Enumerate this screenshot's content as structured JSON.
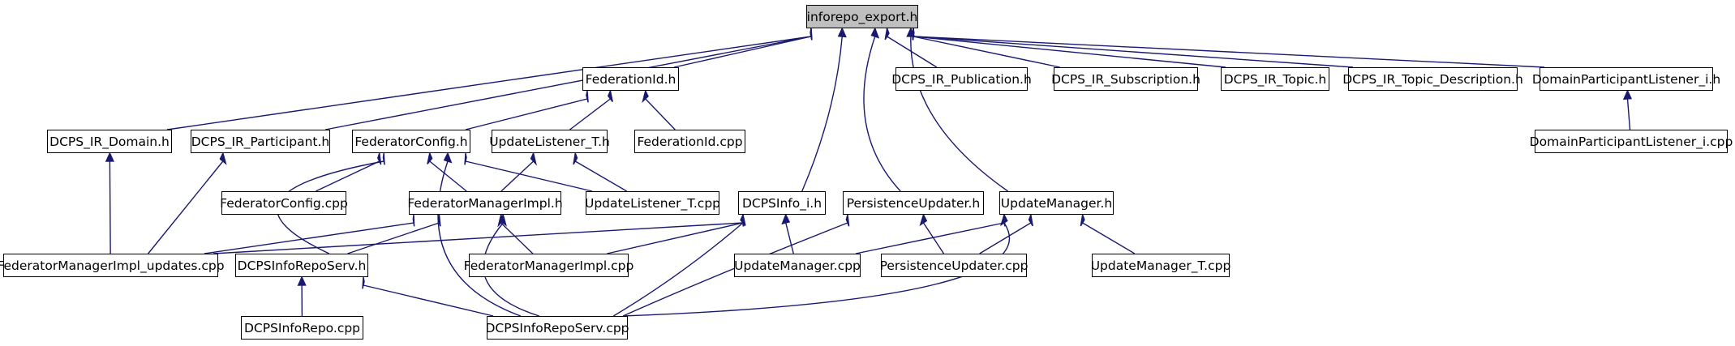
{
  "diagram": {
    "type": "include-dependency-graph",
    "colors": {
      "edge": "#191970",
      "root_fill": "#bfbfbf",
      "node_fill": "#ffffff",
      "border": "#000000"
    },
    "nodes": [
      {
        "id": "n0",
        "label": "inforepo_export.h",
        "root": true
      },
      {
        "id": "n1",
        "label": "FederationId.h"
      },
      {
        "id": "n2",
        "label": "DCPS_IR_Publication.h"
      },
      {
        "id": "n3",
        "label": "DCPS_IR_Subscription.h"
      },
      {
        "id": "n4",
        "label": "DCPS_IR_Topic.h"
      },
      {
        "id": "n5",
        "label": "DCPS_IR_Topic_Description.h"
      },
      {
        "id": "n6",
        "label": "DomainParticipantListener_i.h"
      },
      {
        "id": "n7",
        "label": "DCPS_IR_Domain.h"
      },
      {
        "id": "n8",
        "label": "DCPS_IR_Participant.h"
      },
      {
        "id": "n9",
        "label": "FederatorConfig.h"
      },
      {
        "id": "n10",
        "label": "UpdateListener_T.h"
      },
      {
        "id": "n11",
        "label": "FederationId.cpp"
      },
      {
        "id": "n12",
        "label": "DomainParticipantListener_i.cpp"
      },
      {
        "id": "n13",
        "label": "FederatorConfig.cpp"
      },
      {
        "id": "n14",
        "label": "FederatorManagerImpl.h"
      },
      {
        "id": "n15",
        "label": "UpdateListener_T.cpp"
      },
      {
        "id": "n16",
        "label": "DCPSInfo_i.h"
      },
      {
        "id": "n17",
        "label": "PersistenceUpdater.h"
      },
      {
        "id": "n18",
        "label": "UpdateManager.h"
      },
      {
        "id": "n19",
        "label": "FederatorManagerImpl_updates.cpp"
      },
      {
        "id": "n20",
        "label": "DCPSInfoRepoServ.h"
      },
      {
        "id": "n21",
        "label": "FederatorManagerImpl.cpp"
      },
      {
        "id": "n22",
        "label": "UpdateManager.cpp"
      },
      {
        "id": "n23",
        "label": "PersistenceUpdater.cpp"
      },
      {
        "id": "n24",
        "label": "UpdateManager_T.cpp"
      },
      {
        "id": "n25",
        "label": "DCPSInfoRepo.cpp"
      },
      {
        "id": "n26",
        "label": "DCPSInfoRepoServ.cpp"
      }
    ],
    "edges": [
      {
        "from": "n1",
        "to": "n0"
      },
      {
        "from": "n2",
        "to": "n0"
      },
      {
        "from": "n3",
        "to": "n0"
      },
      {
        "from": "n4",
        "to": "n0"
      },
      {
        "from": "n5",
        "to": "n0"
      },
      {
        "from": "n6",
        "to": "n0"
      },
      {
        "from": "n7",
        "to": "n0"
      },
      {
        "from": "n8",
        "to": "n0"
      },
      {
        "from": "n16",
        "to": "n0"
      },
      {
        "from": "n17",
        "to": "n0"
      },
      {
        "from": "n18",
        "to": "n0"
      },
      {
        "from": "n9",
        "to": "n1"
      },
      {
        "from": "n10",
        "to": "n1"
      },
      {
        "from": "n11",
        "to": "n1"
      },
      {
        "from": "n12",
        "to": "n6"
      },
      {
        "from": "n19",
        "to": "n7"
      },
      {
        "from": "n19",
        "to": "n8"
      },
      {
        "from": "n13",
        "to": "n9"
      },
      {
        "from": "n14",
        "to": "n9"
      },
      {
        "from": "n15",
        "to": "n9"
      },
      {
        "from": "n20",
        "to": "n9"
      },
      {
        "from": "n26",
        "to": "n9"
      },
      {
        "from": "n14",
        "to": "n10"
      },
      {
        "from": "n15",
        "to": "n10"
      },
      {
        "from": "n19",
        "to": "n14"
      },
      {
        "from": "n20",
        "to": "n14"
      },
      {
        "from": "n21",
        "to": "n14"
      },
      {
        "from": "n26",
        "to": "n14"
      },
      {
        "from": "n19",
        "to": "n16"
      },
      {
        "from": "n21",
        "to": "n16"
      },
      {
        "from": "n22",
        "to": "n16"
      },
      {
        "from": "n26",
        "to": "n16"
      },
      {
        "from": "n23",
        "to": "n17"
      },
      {
        "from": "n26",
        "to": "n17"
      },
      {
        "from": "n22",
        "to": "n18"
      },
      {
        "from": "n23",
        "to": "n18"
      },
      {
        "from": "n24",
        "to": "n18"
      },
      {
        "from": "n26",
        "to": "n18"
      },
      {
        "from": "n25",
        "to": "n20"
      },
      {
        "from": "n26",
        "to": "n20"
      }
    ]
  }
}
